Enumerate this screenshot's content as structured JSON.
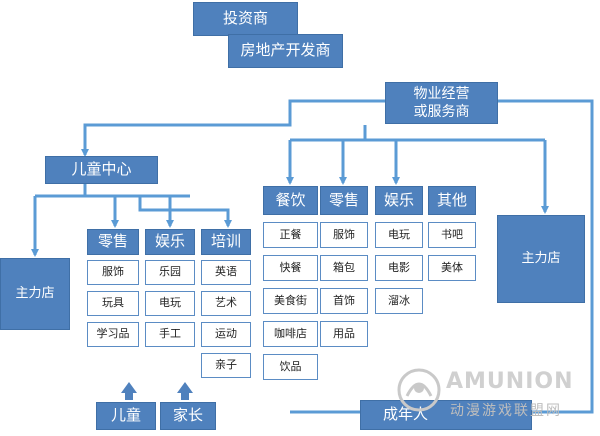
{
  "nodes": {
    "investor": "投资商",
    "developer": "房地产开发商",
    "property_mgmt": "物业经营\n或服务商",
    "children_center": "儿童中心",
    "anchor_left": "主力店",
    "anchor_right": "主力店",
    "consumer_adult": "成年人"
  },
  "children_groups": [
    {
      "title": "零售",
      "items": [
        "服饰",
        "玩具",
        "学习品"
      ]
    },
    {
      "title": "娱乐",
      "items": [
        "乐园",
        "电玩",
        "手工"
      ]
    },
    {
      "title": "培训",
      "items": [
        "英语",
        "艺术",
        "运动",
        "亲子"
      ]
    }
  ],
  "main_groups": [
    {
      "title": "餐饮",
      "items": [
        "正餐",
        "快餐",
        "美食街",
        "咖啡店",
        "饮品"
      ]
    },
    {
      "title": "零售",
      "items": [
        "服饰",
        "箱包",
        "首饰",
        "用品"
      ]
    },
    {
      "title": "娱乐",
      "items": [
        "电玩",
        "电影",
        "溜冰"
      ]
    },
    {
      "title": "其他",
      "items": [
        "书吧",
        "美体"
      ]
    }
  ],
  "consumers": {
    "child": "儿童",
    "parent": "家长"
  },
  "watermark": {
    "brand": "AMUNION",
    "subtitle": "动漫游戏联盟网"
  },
  "colors": {
    "box_fill": "#4f81bd",
    "connector": "#5b9bd5",
    "item_border": "#5b8cc4"
  }
}
